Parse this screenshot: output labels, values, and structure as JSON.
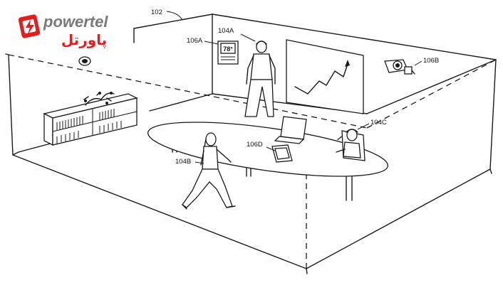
{
  "logo": {
    "text_en": "powertel",
    "text_fa": "پاورتل",
    "colors": {
      "accent": "#e0201f",
      "gray": "#7a7a7a"
    }
  },
  "labels": {
    "room": "102",
    "thermostat": "106A",
    "person_standing": "104A",
    "camera": "106B",
    "person_seated": "104C",
    "tablet": "106D",
    "person_walking": "104B"
  },
  "thermostat_display": "78°"
}
